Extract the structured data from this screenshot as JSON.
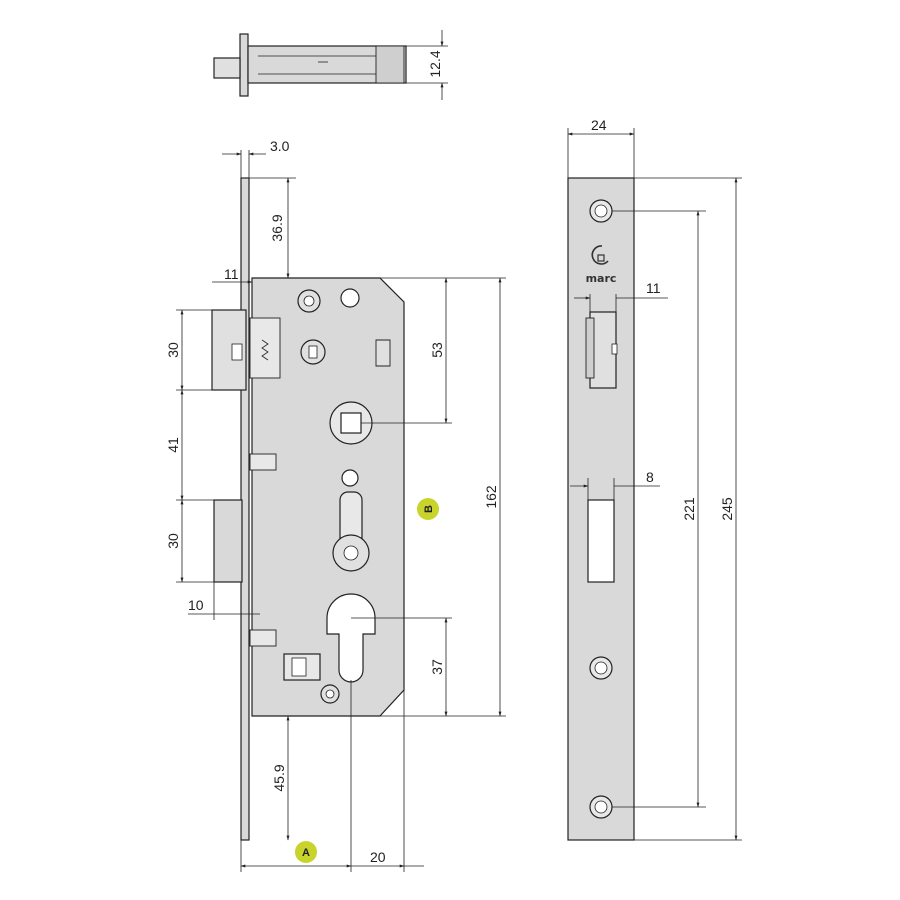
{
  "dimensions": {
    "top_thickness": "12.4",
    "faceplate_thickness": "3.0",
    "backset_top": "36.9",
    "latch_offset": "11",
    "latch_height": "30",
    "latch_to_bolt": "41",
    "bolt_height": "30",
    "bolt_offset": "10",
    "body_53": "53",
    "body_162": "162",
    "body_37": "37",
    "bottom_45_9": "45.9",
    "backset_20": "20",
    "plate_width": "24",
    "plate_11": "11",
    "plate_8": "8",
    "plate_221": "221",
    "plate_245": "245"
  },
  "markers": {
    "a": "A",
    "b": "B"
  },
  "brand": {
    "name": "marc"
  },
  "colors": {
    "metal": "#d9d9d9",
    "metal_light": "#e8e8e8",
    "line": "#222222",
    "badge": "#c8d42c"
  }
}
